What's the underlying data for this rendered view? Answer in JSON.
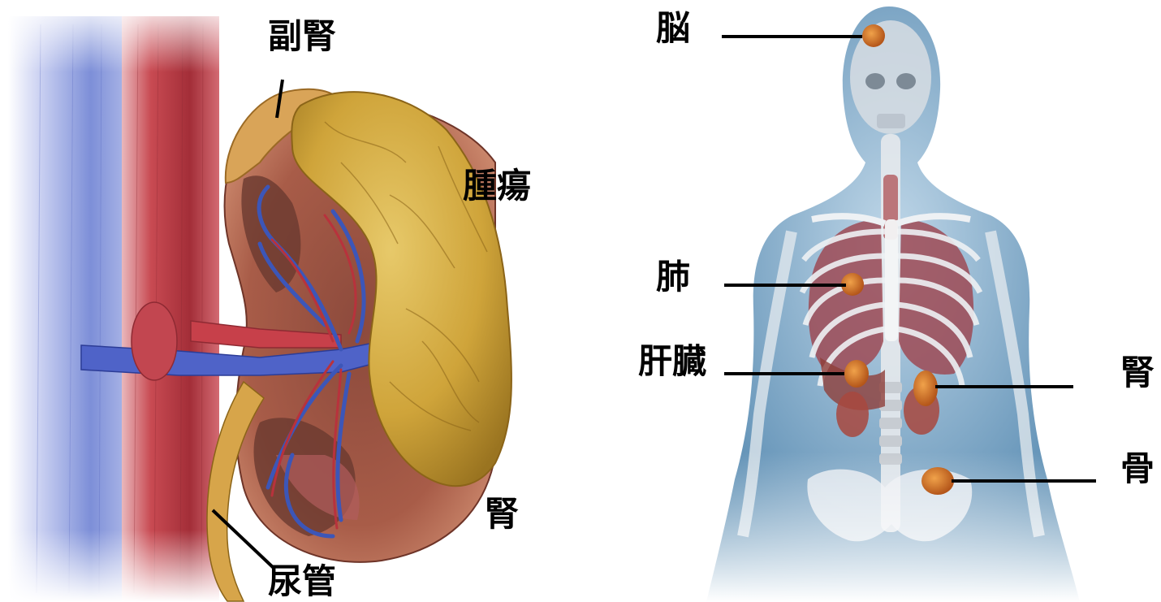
{
  "kidney_panel": {
    "labels": {
      "adrenal": "副腎",
      "tumor": "腫瘍",
      "kidney": "腎",
      "ureter": "尿管"
    }
  },
  "body_panel": {
    "labels": {
      "brain": "脳",
      "lung": "肺",
      "liver": "肝臓",
      "kidney": "腎",
      "bone": "骨"
    }
  },
  "colors": {
    "tumor": "#d4a93a",
    "artery": "#b8323c",
    "vein": "#3c56b8",
    "body_silhouette": "#2f6f9e",
    "metastasis": "#d7772a"
  }
}
